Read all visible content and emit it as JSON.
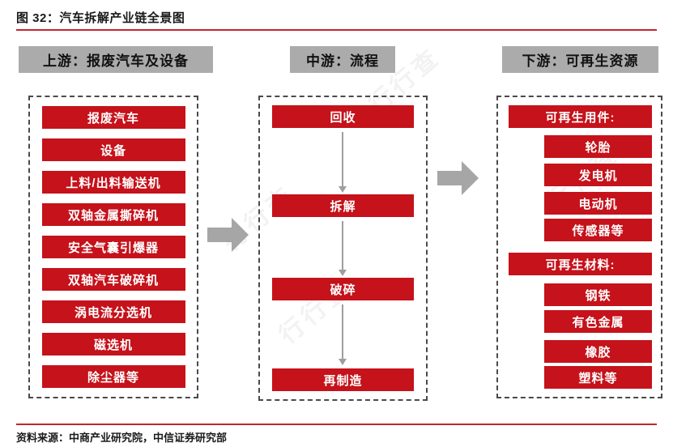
{
  "title": "图 32：汽车拆解产业链全景图",
  "footer": {
    "source": "资料来源：中商产业研究院，中信证券研究部"
  },
  "watermark": "行行查",
  "colors": {
    "box_red": "#c5121b",
    "header_gray": "#ababab",
    "arrow_gray": "#a6a6a6",
    "rule_red": "#c0272d"
  },
  "columns": {
    "upstream": {
      "header": "上游：报废汽车及设备",
      "items": [
        "报废汽车",
        "设备",
        "上料/出料输送机",
        "双轴金属撕碎机",
        "安全气囊引爆器",
        "双轴汽车破碎机",
        "涡电流分选机",
        "磁选机",
        "除尘器等"
      ]
    },
    "midstream": {
      "header": "中游：流程",
      "steps": [
        "回收",
        "拆解",
        "破碎",
        "再制造"
      ]
    },
    "downstream": {
      "header": "下游：可再生资源",
      "groups": [
        {
          "label": "可再生用件:",
          "items": [
            "轮胎",
            "发电机",
            "电动机",
            "传感器等"
          ]
        },
        {
          "label": "可再生材料:",
          "items": [
            "钢铁",
            "有色金属",
            "橡胶",
            "塑料等"
          ]
        }
      ]
    }
  }
}
